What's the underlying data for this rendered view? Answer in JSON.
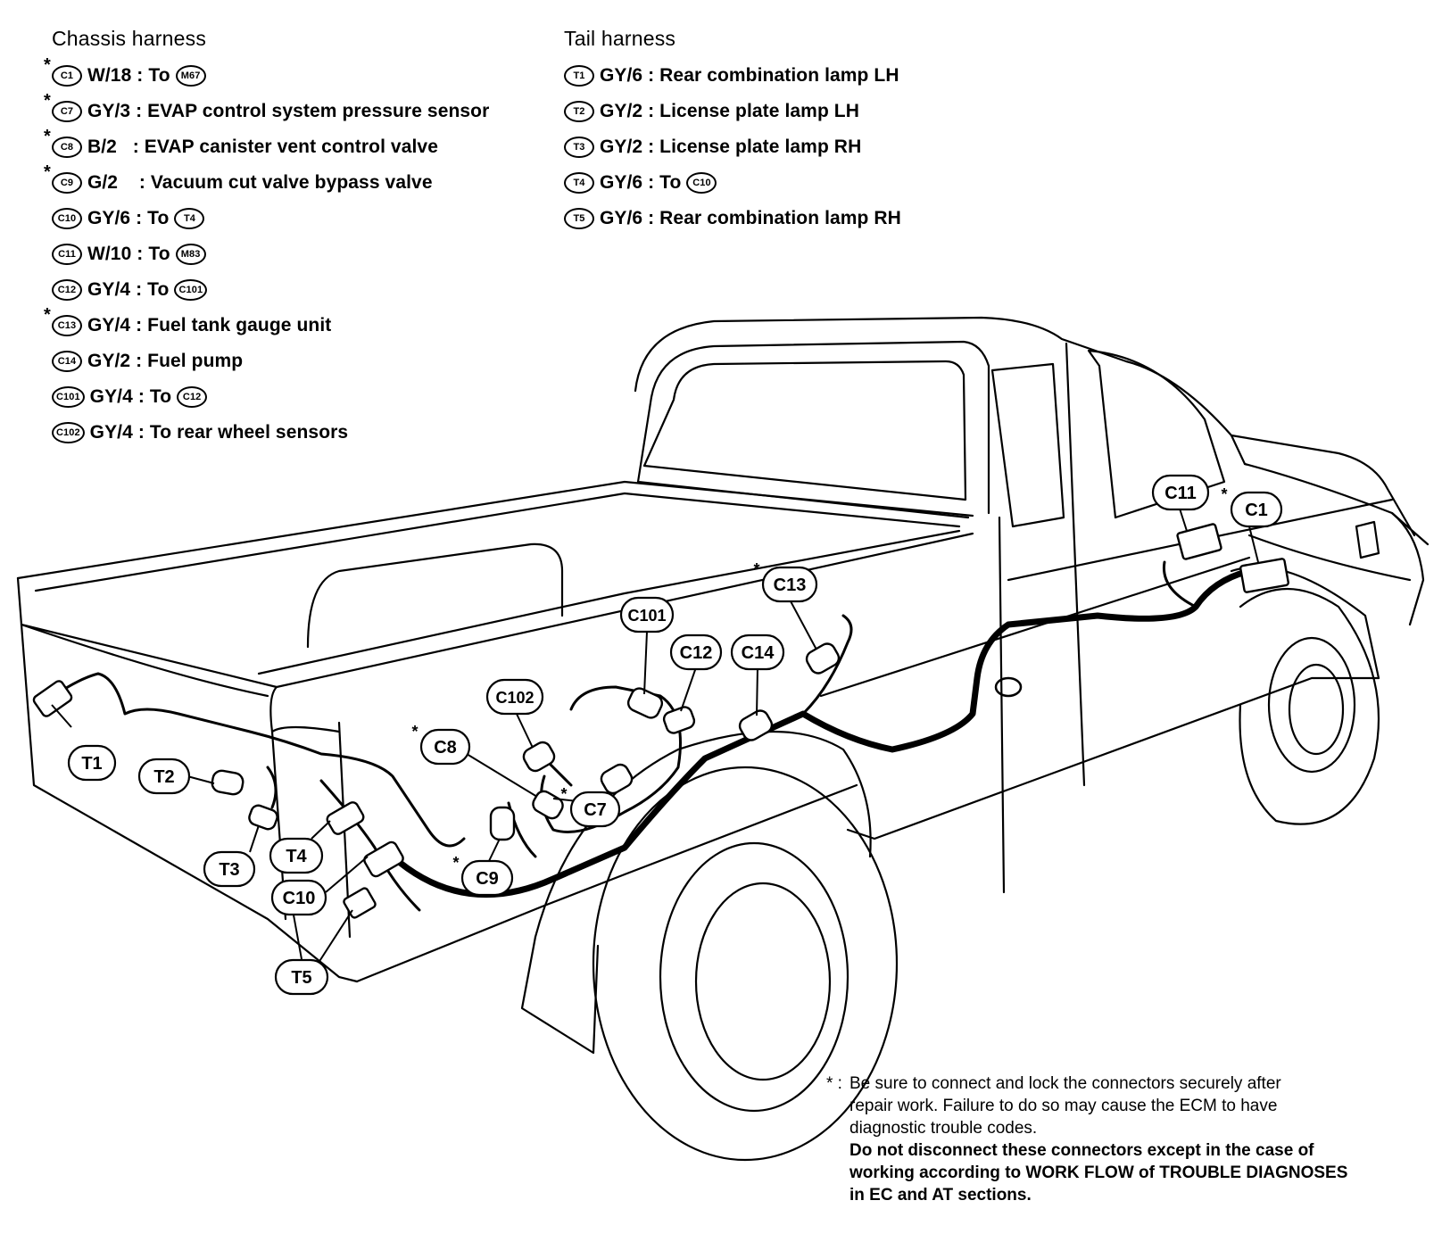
{
  "chassis": {
    "title": "Chassis harness",
    "rows": [
      {
        "star": true,
        "id": "C1",
        "code": "W/18",
        "sep": " : ",
        "desc": "To",
        "ref": "M67"
      },
      {
        "star": true,
        "id": "C7",
        "code": "GY/3",
        "sep": " : ",
        "desc": "EVAP control system pressure sensor",
        "ref": ""
      },
      {
        "star": true,
        "id": "C8",
        "code": "B/2",
        "sep": "   : ",
        "desc": "EVAP canister vent control valve",
        "ref": ""
      },
      {
        "star": true,
        "id": "C9",
        "code": "G/2",
        "sep": "    : ",
        "desc": "Vacuum cut valve bypass valve",
        "ref": ""
      },
      {
        "star": false,
        "id": "C10",
        "code": "GY/6",
        "sep": " : ",
        "desc": "To",
        "ref": "T4"
      },
      {
        "star": false,
        "id": "C11",
        "code": "W/10",
        "sep": " : ",
        "desc": "To",
        "ref": "M83"
      },
      {
        "star": false,
        "id": "C12",
        "code": "GY/4",
        "sep": " : ",
        "desc": "To",
        "ref": "C101"
      },
      {
        "star": true,
        "id": "C13",
        "code": "GY/4",
        "sep": " : ",
        "desc": "Fuel tank gauge unit",
        "ref": ""
      },
      {
        "star": false,
        "id": "C14",
        "code": "GY/2",
        "sep": " : ",
        "desc": "Fuel pump",
        "ref": ""
      },
      {
        "star": false,
        "id": "C101",
        "code": "GY/4",
        "sep": " : ",
        "desc": "To",
        "ref": "C12"
      },
      {
        "star": false,
        "id": "C102",
        "code": "GY/4",
        "sep": " : ",
        "desc": "To rear wheel sensors",
        "ref": ""
      }
    ]
  },
  "tail": {
    "title": "Tail harness",
    "rows": [
      {
        "id": "T1",
        "code": "GY/6",
        "sep": " : ",
        "desc": "Rear combination lamp LH",
        "ref": ""
      },
      {
        "id": "T2",
        "code": "GY/2",
        "sep": " : ",
        "desc": "License plate lamp LH",
        "ref": ""
      },
      {
        "id": "T3",
        "code": "GY/2",
        "sep": " : ",
        "desc": "License plate lamp RH",
        "ref": ""
      },
      {
        "id": "T4",
        "code": "GY/6",
        "sep": " : ",
        "desc": "To",
        "ref": "C10"
      },
      {
        "id": "T5",
        "code": "GY/6",
        "sep": " : ",
        "desc": "Rear combination lamp RH",
        "ref": ""
      }
    ]
  },
  "callouts": {
    "C11": "C11",
    "C1": "C1",
    "C13": "C13",
    "C101": "C101",
    "C12": "C12",
    "C14": "C14",
    "C102": "C102",
    "C8": "C8",
    "C7": "C7",
    "C9": "C9",
    "T1": "T1",
    "T2": "T2",
    "T3": "T3",
    "T4": "T4",
    "C10": "C10",
    "T5": "T5"
  },
  "star_symbol": "*",
  "note": {
    "mark": "* :",
    "line1": "Be sure to connect and lock the connectors securely after",
    "line2": "repair work. Failure to do so may cause the ECM to have",
    "line3": "diagnostic trouble codes.",
    "line4": "Do not disconnect these connectors except in the case of",
    "line5": "working according to WORK FLOW of TROUBLE DIAGNOSES",
    "line6": "in EC and AT sections."
  }
}
